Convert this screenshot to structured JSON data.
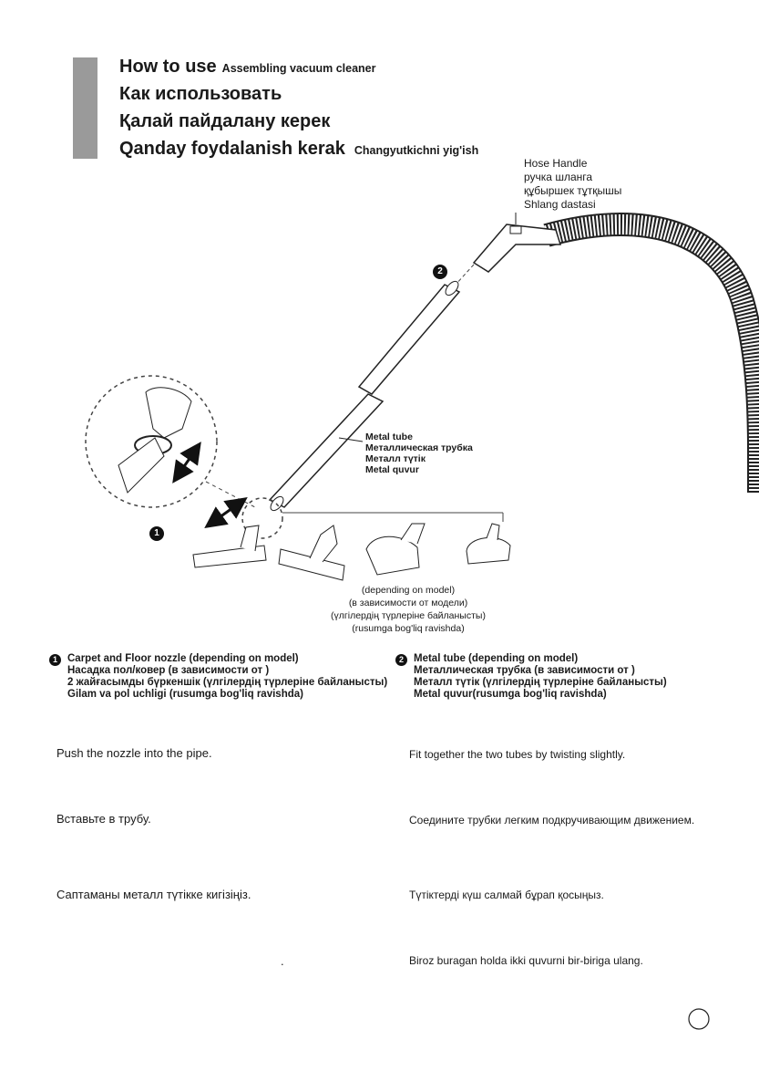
{
  "header": {
    "title_en": "How to use",
    "subtitle_en": "Assembling vacuum cleaner",
    "title_ru": "Как использовать",
    "title_kk": "Қалай пайдалану керек",
    "title_uz": "Qanday foydalanish kerak",
    "subtitle_uz": "Changyutkichni yig'ish"
  },
  "hose_handle": [
    "Hose Handle",
    "ручка шланга",
    "құбыршек тұтқышы",
    "Shlang dastasi"
  ],
  "metal_tube_label": [
    "Metal tube",
    "Металлическая трубка",
    "Металл түтік",
    "Metal quvur"
  ],
  "depending": [
    "(depending on model)",
    "(в зависимости от модели)",
    "(үлгілердің түрлеріне байланысты)",
    "(rusumga bog'liq ravishda)"
  ],
  "markers": {
    "step1": "1",
    "step2": "2"
  },
  "legend1": {
    "num": "1",
    "lines": [
      "Carpet and Floor nozzle (depending on model)",
      "Насадка пол/ковер  (в зависимости от              )",
      "2 жайғасымды  бүркеншік (үлгілердің түрлеріне байланысты)",
      "Gilam va pol uchligi (rusumga bog'liq ravishda)"
    ]
  },
  "legend2": {
    "num": "2",
    "lines": [
      "Metal tube (depending on model)",
      "Металлическая трубка (в зависимости от              )",
      "Металл түтік (үлгілердің түрлеріне байланысты)",
      "Metal quvur(rusumga bog'liq ravishda)"
    ]
  },
  "instructions_left": [
    "Push the nozzle into the          pipe.",
    "Вставьте               в                            трубу.",
    "Саптаманы металл түтікке кигізіңіз.",
    "."
  ],
  "instructions_right": [
    "Fit together the two tubes by twisting slightly.",
    "Соедините трубки легким подкручивающим движением.",
    "Түтіктерді күш салмай бұрап қосыңыз.",
    "Biroz buragan holda ikki quvurni bir-biriga ulang."
  ]
}
